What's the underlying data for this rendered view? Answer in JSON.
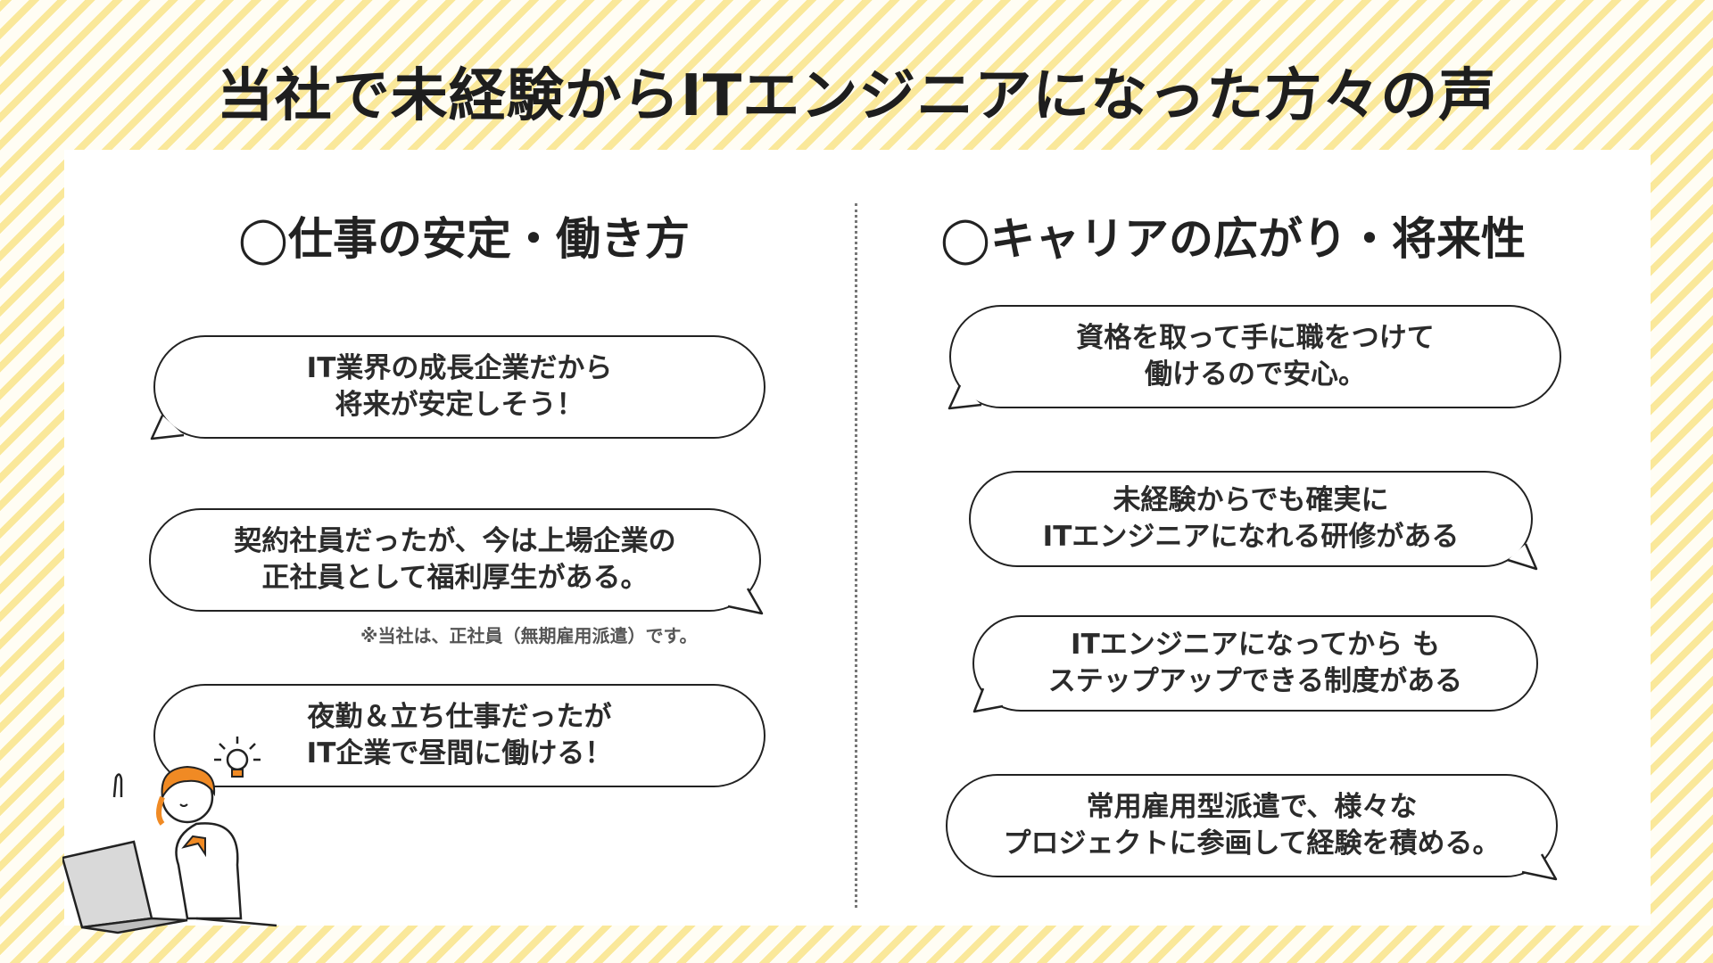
{
  "title": "当社で未経験からITエンジニアになった方々の声",
  "left": {
    "heading": "◯仕事の安定・働き方",
    "bubbles": [
      {
        "line1": "IT業界の成長企業だから",
        "line2": "将来が安定しそう！"
      },
      {
        "line1": "契約社員だったが、今は上場企業の",
        "line2": "正社員として福利厚生がある。"
      },
      {
        "line1": "夜勤＆立ち仕事だったが",
        "line2": "IT企業で昼間に働ける！"
      }
    ],
    "note": "※当社は、正社員（無期雇用派遣）です。"
  },
  "right": {
    "heading": "◯キャリアの広がり・将来性",
    "bubbles": [
      {
        "line1": "資格を取って手に職をつけて",
        "line2": "働けるので安心。"
      },
      {
        "line1": "未経験からでも確実に",
        "line2": "ITエンジニアになれる研修がある"
      },
      {
        "line1": "ITエンジニアになってから も",
        "line2": "ステップアップできる制度がある"
      },
      {
        "line1": "常用雇用型派遣で、様々な",
        "line2": "プロジェクトに参画して経験を積める。"
      }
    ]
  },
  "colors": {
    "stripe": "#fae89a",
    "hair": "#f08a24",
    "ink": "#222222"
  }
}
